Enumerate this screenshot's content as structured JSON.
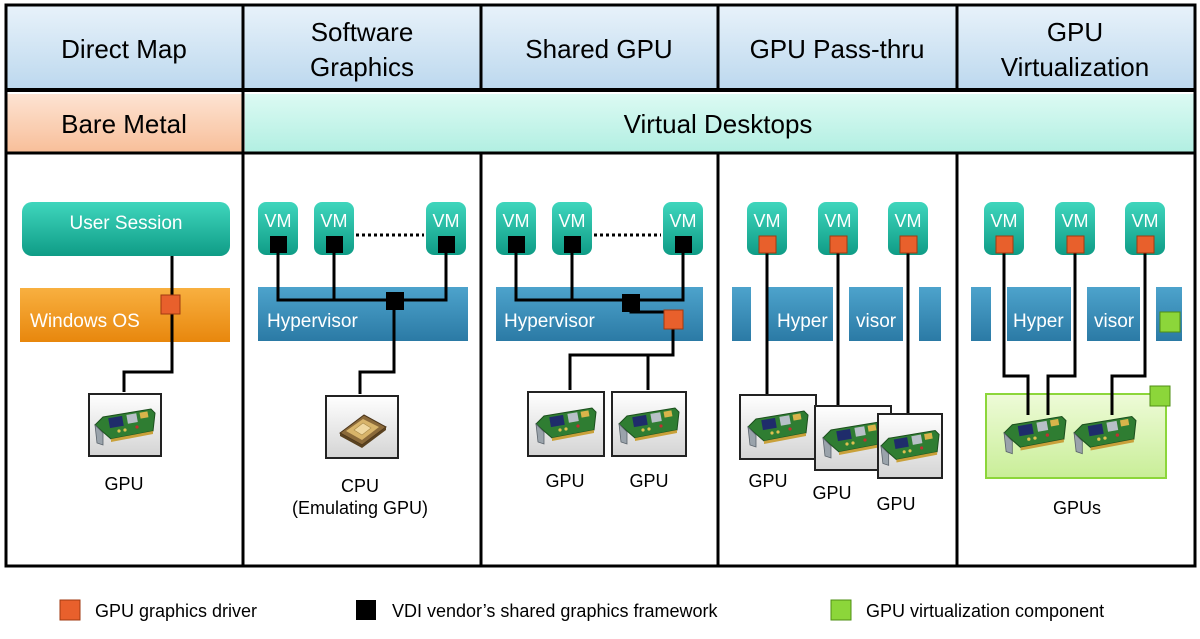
{
  "headers": [
    {
      "lines": [
        "Direct Map"
      ]
    },
    {
      "lines": [
        "Software",
        "Graphics"
      ]
    },
    {
      "lines": [
        "Shared GPU"
      ]
    },
    {
      "lines": [
        "GPU Pass-thru"
      ]
    },
    {
      "lines": [
        "GPU",
        "Virtualization"
      ]
    }
  ],
  "categories": {
    "bare_metal": "Bare Metal",
    "virtual_desktops": "Virtual Desktops"
  },
  "direct_map": {
    "user_session": "User Session",
    "os": "Windows OS",
    "gpu_label": "GPU"
  },
  "software_graphics": {
    "vm_labels": [
      "VM",
      "VM",
      "VM"
    ],
    "hypervisor": "Hypervisor",
    "cpu_label_line1": "CPU",
    "cpu_label_line2": "(Emulating GPU)"
  },
  "shared_gpu": {
    "vm_labels": [
      "VM",
      "VM",
      "VM"
    ],
    "hypervisor": "Hypervisor",
    "gpu_labels": [
      "GPU",
      "GPU"
    ]
  },
  "pass_thru": {
    "vm_labels": [
      "VM",
      "VM",
      "VM"
    ],
    "hypervisor_part1": "Hyper",
    "hypervisor_part2": "visor",
    "gpu_labels": [
      "GPU",
      "GPU",
      "GPU"
    ]
  },
  "gpu_virtualization": {
    "vm_labels": [
      "VM",
      "VM",
      "VM"
    ],
    "hypervisor_part1": "Hyper",
    "hypervisor_part2": "visor",
    "gpus_label": "GPUs"
  },
  "legend": {
    "driver": "GPU graphics driver",
    "framework": "VDI vendor’s shared graphics framework",
    "vgpu": "GPU virtualization component"
  },
  "colors": {
    "driver": "#e8602c",
    "framework": "#000000",
    "vgpu": "#8cd63a",
    "header_bg": "#cfe4f3",
    "bare_metal_bg": "#fbd0b4",
    "virtual_desktops_bg": "#c6f6ec",
    "vm_teal": "#17b79e",
    "hypervisor_blue": "#3a8fba",
    "os_orange": "#f39a1a"
  }
}
